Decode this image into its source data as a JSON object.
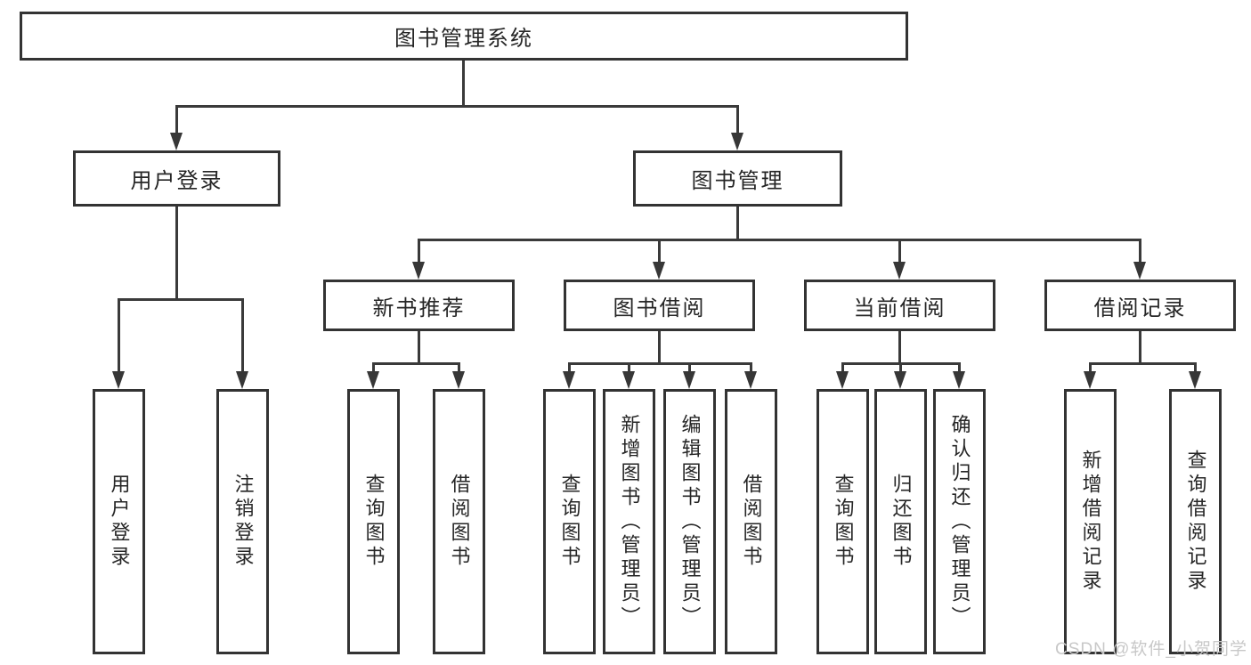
{
  "watermark": "CSDN @软件_小贺同学",
  "colors": {
    "background": "#ffffff",
    "box_border": "#333333",
    "connector": "#3a3a3a",
    "text": "#262626",
    "watermark_text": "#c8c8c8"
  },
  "tree": {
    "root": "图书管理系统",
    "user": {
      "label": "用户登录",
      "children": [
        "用户登录",
        "注销登录"
      ]
    },
    "mgmt": {
      "label": "图书管理",
      "sections": [
        {
          "label": "新书推荐",
          "children": [
            "查询图书",
            "借阅图书"
          ]
        },
        {
          "label": "图书借阅",
          "children": [
            "查询图书",
            "新增图书（管理员）",
            "编辑图书（管理员）",
            "借阅图书"
          ]
        },
        {
          "label": "当前借阅",
          "children": [
            "查询图书",
            "归还图书",
            "确认归还（管理员）"
          ]
        },
        {
          "label": "借阅记录",
          "children": [
            "新增借阅记录",
            "查询借阅记录"
          ]
        }
      ]
    }
  }
}
